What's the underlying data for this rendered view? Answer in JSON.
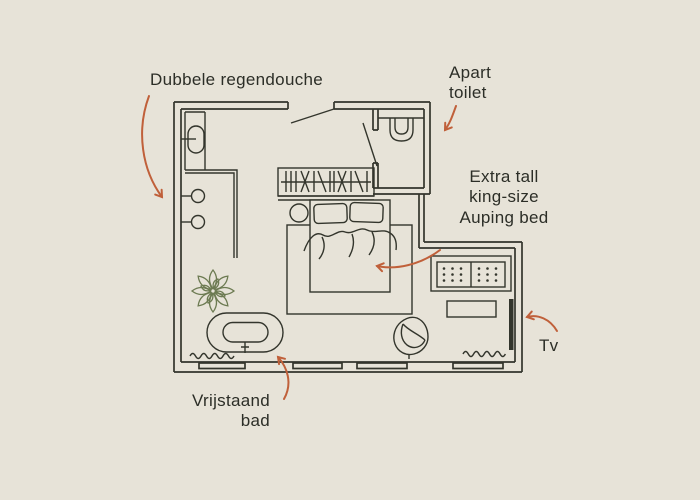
{
  "canvas": {
    "bg": "#e7e3d8",
    "line": "#33352c",
    "text": "#2c2e27",
    "accent": "#c0603a",
    "plant": "#6d7b52"
  },
  "labels": {
    "shower": "Dubbele regendouche",
    "toilet": "Apart\ntoilet",
    "bed": "Extra tall\nking-size\nAuping bed",
    "bath": "Vrijstaand\nbad",
    "tv": "Tv"
  }
}
